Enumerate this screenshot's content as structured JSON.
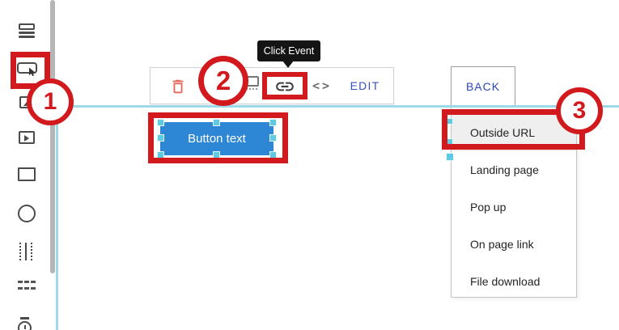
{
  "colors": {
    "annotation_red": "#d21a1e",
    "button_blue": "#2e87d4",
    "guide_cyan": "#9bdbe9",
    "handle_cyan": "#5ecbe2",
    "action_blue": "#3a4fc0",
    "trash_red": "#e4685d",
    "tooltip_bg": "#141414",
    "selected_row_bg": "#efefef"
  },
  "sidebar": {
    "icons": [
      "text-block-icon",
      "button-element-icon",
      "image-icon",
      "video-icon",
      "rectangle-icon",
      "circle-icon",
      "columns-icon",
      "divider-icon",
      "countdown-icon"
    ],
    "highlighted_icon": "button-element-icon"
  },
  "toolbar": {
    "icons": [
      "trash-icon",
      "devices-icon",
      "link-icon",
      "code-icon"
    ],
    "edit_label": "EDIT",
    "highlighted_icon": "link-icon"
  },
  "tooltip": {
    "text": "Click Event"
  },
  "canvas": {
    "button_label": "Button text"
  },
  "link_menu": {
    "back_label": "BACK",
    "items": [
      "Outside URL",
      "Landing page",
      "Pop up",
      "On page link",
      "File download"
    ],
    "highlighted_item": "Outside URL"
  },
  "annotations": {
    "steps": [
      "1",
      "2",
      "3"
    ]
  }
}
